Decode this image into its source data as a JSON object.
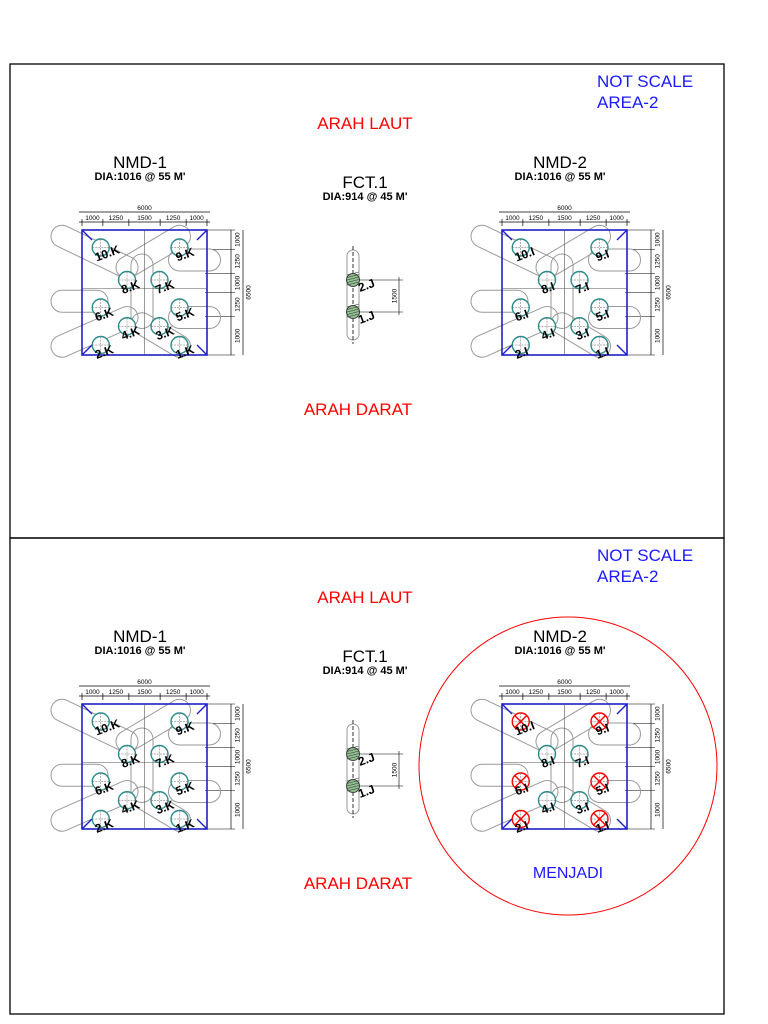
{
  "sheet": {
    "panels": [
      {
        "note_lines": [
          "NOT SCALE",
          "AREA-2"
        ],
        "arah_laut": "ARAH LAUT",
        "arah_darat": "ARAH DARAT",
        "nmd1": {
          "title": "NMD-1",
          "subtitle": "DIA:1016 @ 55 M'",
          "piles": [
            "1.K",
            "2.K",
            "3.K",
            "4.K",
            "5.K",
            "6.K",
            "7.K",
            "8.K",
            "9.K",
            "10.K"
          ]
        },
        "fct": {
          "title": "FCT.1",
          "subtitle": "DIA:914 @ 45 M'",
          "piles": [
            "1.J",
            "2.J"
          ],
          "spacing": "1500"
        },
        "nmd2": {
          "title": "NMD-2",
          "subtitle": "DIA:1016 @ 55 M'",
          "piles": [
            "1.I",
            "2.I",
            "3.I",
            "4.I",
            "5.I",
            "6.I",
            "7.I",
            "8.I",
            "9.I",
            "10.I"
          ]
        }
      },
      {
        "note_lines": [
          "NOT SCALE",
          "AREA-2"
        ],
        "arah_laut": "ARAH LAUT",
        "arah_darat": "ARAH DARAT",
        "nmd1": {
          "title": "NMD-1",
          "subtitle": "DIA:1016 @ 55 M'",
          "piles": [
            "1.K",
            "2.K",
            "3.K",
            "4.K",
            "5.K",
            "6.K",
            "7.K",
            "8.K",
            "9.K",
            "10.K"
          ]
        },
        "fct": {
          "title": "FCT.1",
          "subtitle": "DIA:914 @ 45 M'",
          "piles": [
            "1.J",
            "2.J"
          ],
          "spacing": "1500"
        },
        "nmd2": {
          "title": "NMD-2",
          "subtitle": "DIA:1016 @ 55 M'",
          "piles": [
            "1.I",
            "2.I",
            "3.I",
            "4.I",
            "5.I",
            "6.I",
            "7.I",
            "8.I",
            "9.I",
            "10.I"
          ]
        },
        "revision_note": "MENJADI"
      }
    ],
    "dimensions": {
      "top_segments": [
        "1000",
        "1250",
        "1500",
        "1250",
        "1000"
      ],
      "top_total": "6000",
      "side_segments": [
        "1000",
        "1250",
        "1000",
        "1250",
        "1000"
      ],
      "side_total": "6500"
    },
    "colors": {
      "frame": "#000000",
      "pile_cap": "#2020c8",
      "pile": "#2e8b8b",
      "direction_text": "#ff0000",
      "note_text": "#1a1aff",
      "revision": "#ff0000"
    }
  }
}
